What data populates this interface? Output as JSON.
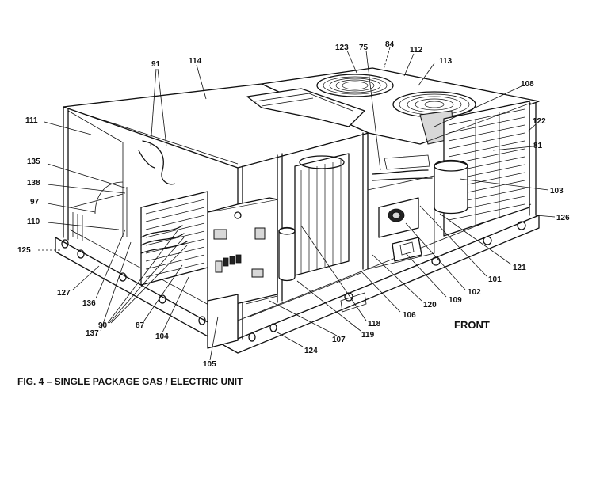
{
  "figure": {
    "caption": "FIG. 4 – SINGLE PACKAGE GAS / ELECTRIC UNIT",
    "front_label": "FRONT",
    "callouts": [
      {
        "id": "91",
        "text": "91"
      },
      {
        "id": "114",
        "text": "114"
      },
      {
        "id": "123",
        "text": "123"
      },
      {
        "id": "75",
        "text": "75"
      },
      {
        "id": "84",
        "text": "84"
      },
      {
        "id": "112",
        "text": "112"
      },
      {
        "id": "113",
        "text": "113"
      },
      {
        "id": "108",
        "text": "108"
      },
      {
        "id": "122",
        "text": "122"
      },
      {
        "id": "111",
        "text": "111"
      },
      {
        "id": "81",
        "text": "81"
      },
      {
        "id": "135",
        "text": "135"
      },
      {
        "id": "138",
        "text": "138"
      },
      {
        "id": "103",
        "text": "103"
      },
      {
        "id": "97",
        "text": "97"
      },
      {
        "id": "110",
        "text": "110"
      },
      {
        "id": "126",
        "text": "126"
      },
      {
        "id": "125",
        "text": "125"
      },
      {
        "id": "121",
        "text": "121"
      },
      {
        "id": "101",
        "text": "101"
      },
      {
        "id": "102",
        "text": "102"
      },
      {
        "id": "109",
        "text": "109"
      },
      {
        "id": "120",
        "text": "120"
      },
      {
        "id": "106",
        "text": "106"
      },
      {
        "id": "127",
        "text": "127"
      },
      {
        "id": "136",
        "text": "136"
      },
      {
        "id": "118",
        "text": "118"
      },
      {
        "id": "137",
        "text": "137"
      },
      {
        "id": "90",
        "text": "90"
      },
      {
        "id": "87",
        "text": "87"
      },
      {
        "id": "104",
        "text": "104"
      },
      {
        "id": "119",
        "text": "119"
      },
      {
        "id": "107",
        "text": "107"
      },
      {
        "id": "124",
        "text": "124"
      },
      {
        "id": "105",
        "text": "105"
      }
    ]
  }
}
